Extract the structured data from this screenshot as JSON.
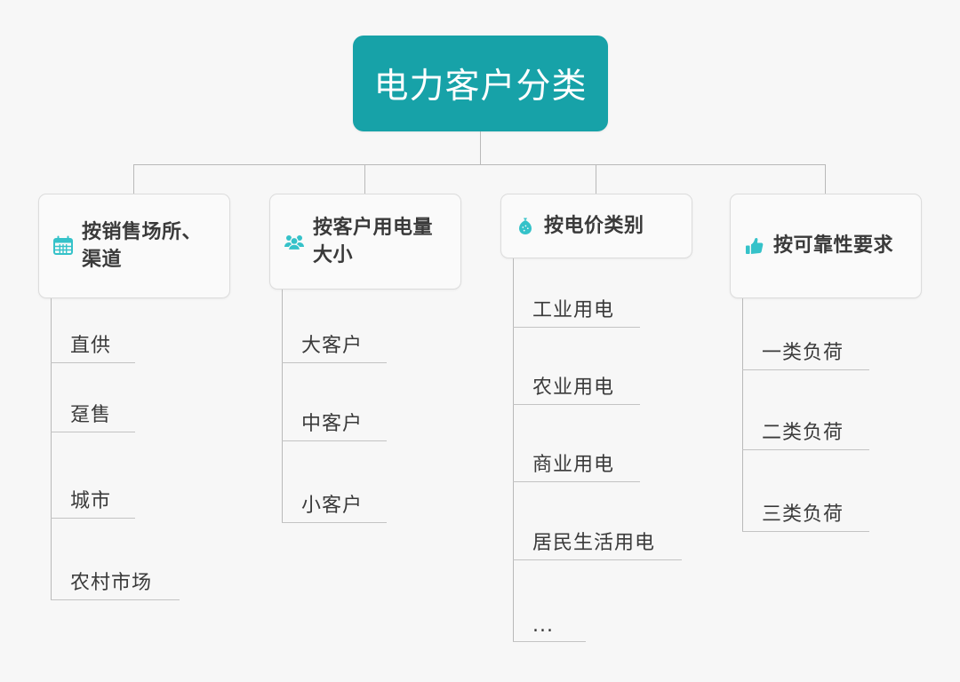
{
  "theme": {
    "accent": "#17a2a8",
    "icon_color": "#35c2c9",
    "page_background": "#f7f7f7",
    "node_background": "#fafafa",
    "node_border": "#dcdcdc",
    "line_color": "#b9b9b9",
    "text_color": "#3a3a3a",
    "root_text_color": "#ffffff"
  },
  "root": {
    "label": "电力客户分类"
  },
  "branches": [
    {
      "label": "按销售场所、渠道",
      "icon": "calendar-icon",
      "leaves": [
        "直供",
        "趸售",
        "城市",
        "农村市场"
      ]
    },
    {
      "label": "按客户用电量大小",
      "icon": "users-group-icon",
      "leaves": [
        "大客户",
        "中客户",
        "小客户"
      ]
    },
    {
      "label": "按电价类别",
      "icon": "money-bag-icon",
      "leaves": [
        "工业用电",
        "农业用电",
        "商业用电",
        "居民生活用电",
        "..."
      ]
    },
    {
      "label": "按可靠性要求",
      "icon": "thumbs-up-icon",
      "leaves": [
        "一类负荷",
        "二类负荷",
        "三类负荷"
      ]
    }
  ]
}
